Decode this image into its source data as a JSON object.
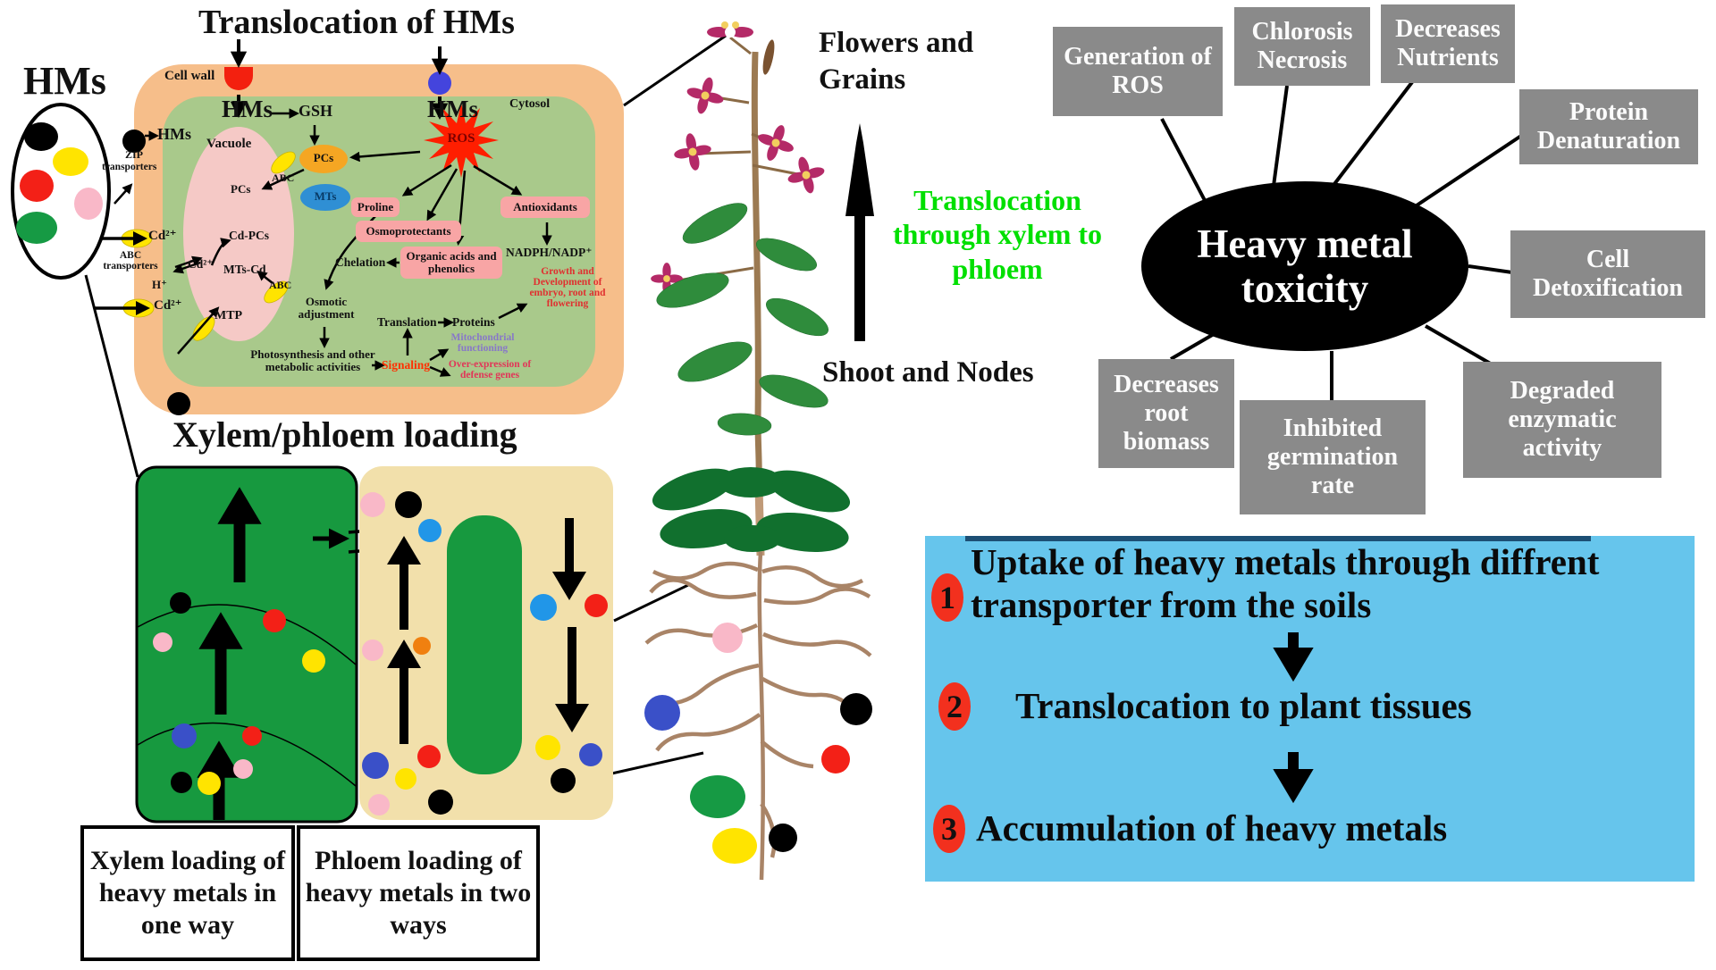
{
  "colors": {
    "cell_outer": "#F6BE8A",
    "cell_inner": "#A9C98B",
    "vacuole": "#F5C9C6",
    "pink_box": "#F8A5A5",
    "pcs_orange": "#F5A623",
    "mts_blue": "#2F8FD4",
    "ros_red": "#FF1E00",
    "xylem_green": "#17993F",
    "phloem_tan": "#F2E0AB",
    "toxicity_black": "#000000",
    "effect_gray": "#8A8A8A",
    "steps_blue": "#66C5EC",
    "step_badge_red": "#F2301E",
    "highlight_green": "#00DF00"
  },
  "left_panel": {
    "hms_title": "HMs"
  },
  "cell": {
    "title": "Translocation of HMs",
    "cell_wall": "Cell wall",
    "cytosol": "Cytosol",
    "hms_left": "HMs",
    "gsh": "GSH",
    "hms_right": "HMs",
    "ros": "ROS",
    "vacuole": "Vacuole",
    "zip_hms": "HMs",
    "zip_line1": "ZIP",
    "zip_line2": "transporters",
    "abc_transporters": "ABC transporters",
    "pcs": "PCs",
    "mts": "MTs",
    "pcs_vacuole": "PCs",
    "abc_upper": "ABC",
    "abc_lower": "ABC",
    "cd_upper": "Cd²⁺",
    "cd_mid": "Cd²⁺",
    "cd_lower": "Cd²⁺",
    "cd_pcs": "Cd-PCs",
    "mts_cd": "MTs-Cd",
    "h_plus": "H⁺",
    "mtp": "MTP",
    "proline": "Proline",
    "osmoprotectants": "Osmoprotectants",
    "organic_acids": "Organic acids and phenolics",
    "antioxidants": "Antioxidants",
    "nadph": "NADPH/NADP⁺",
    "chelation": "Chelation",
    "osmotic_adjustment": "Osmotic adjustment",
    "translation": "Translation",
    "proteins": "Proteins",
    "growth": "Growth and Development of embryo, root and flowering",
    "mitochondrial": "Mitochondrial functioning",
    "photosynthesis": "Photosynthesis and other metabolic activities",
    "signaling": "Signaling",
    "overexpression": "Over-expression of defense genes"
  },
  "loading": {
    "title": "Xylem/phloem loading",
    "xylem_caption": "Xylem loading of heavy metals in one way",
    "phloem_caption": "Phloem loading of heavy metals in two ways"
  },
  "plant": {
    "flowers_label": "Flowers and Grains",
    "translocation_label": "Translocation through xylem to phloem",
    "shoot_label": "Shoot and Nodes"
  },
  "toxicity": {
    "center": "Heavy metal toxicity",
    "effects": [
      "Generation of ROS",
      "Chlorosis Necrosis",
      "Decreases Nutrients",
      "Protein Denaturation",
      "Cell Detoxification",
      "Degraded enzymatic activity",
      "Inhibited germination rate",
      "Decreases root biomass"
    ]
  },
  "steps": {
    "items": [
      {
        "num": "1",
        "text": "Uptake of heavy metals through diffrent transporter from the soils"
      },
      {
        "num": "2",
        "text": "Translocation to plant tissues"
      },
      {
        "num": "3",
        "text": "Accumulation of heavy metals"
      }
    ]
  }
}
